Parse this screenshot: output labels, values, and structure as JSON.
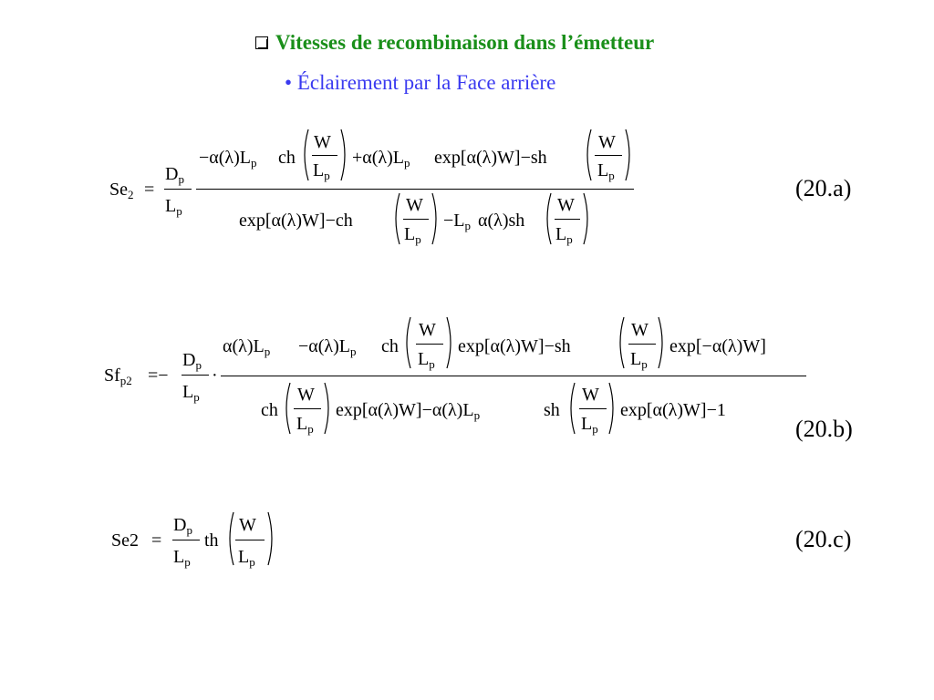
{
  "colors": {
    "heading": "#1a8f1a",
    "subheading": "#3a3af0",
    "text": "#000000"
  },
  "slide": {
    "heading": "Vitesses de recombinaison dans l’émetteur",
    "bullet": "•",
    "subheading": "Éclairement par la Face arrière"
  },
  "eq_a": {
    "lhs": "Se",
    "lhs_sub": "2",
    "eq_sign": "=",
    "d": "D",
    "p": "p",
    "l": "L",
    "w": "W",
    "num_t1": "−α(λ)L",
    "num_t2": "ch",
    "num_t3": "+α(λ)L",
    "num_t4": "exp[α(λ)W]−sh",
    "den_t1": "exp[α(λ)W]−ch",
    "den_t2": "−L",
    "den_t3": "α(λ)sh",
    "number": "(20.a)"
  },
  "eq_b": {
    "lhs": "Sf",
    "lhs_sub": "p2",
    "eq_sign": "=−",
    "dot": "·",
    "num_t1": "α(λ)L",
    "num_t2": "−α(λ)L",
    "num_t3": "ch",
    "num_t4": "exp[α(λ)W]−sh",
    "num_t5": "exp[−α(λ)W]",
    "den_t1": "ch",
    "den_t2": "exp[α(λ)W]−α(λ)L",
    "den_t3": "sh",
    "den_t4": "exp[α(λ)W]−1",
    "number": "(20.b)"
  },
  "eq_c": {
    "lhs": "Se2",
    "eq_sign": "=",
    "th": "th",
    "number": "(20.c)"
  }
}
